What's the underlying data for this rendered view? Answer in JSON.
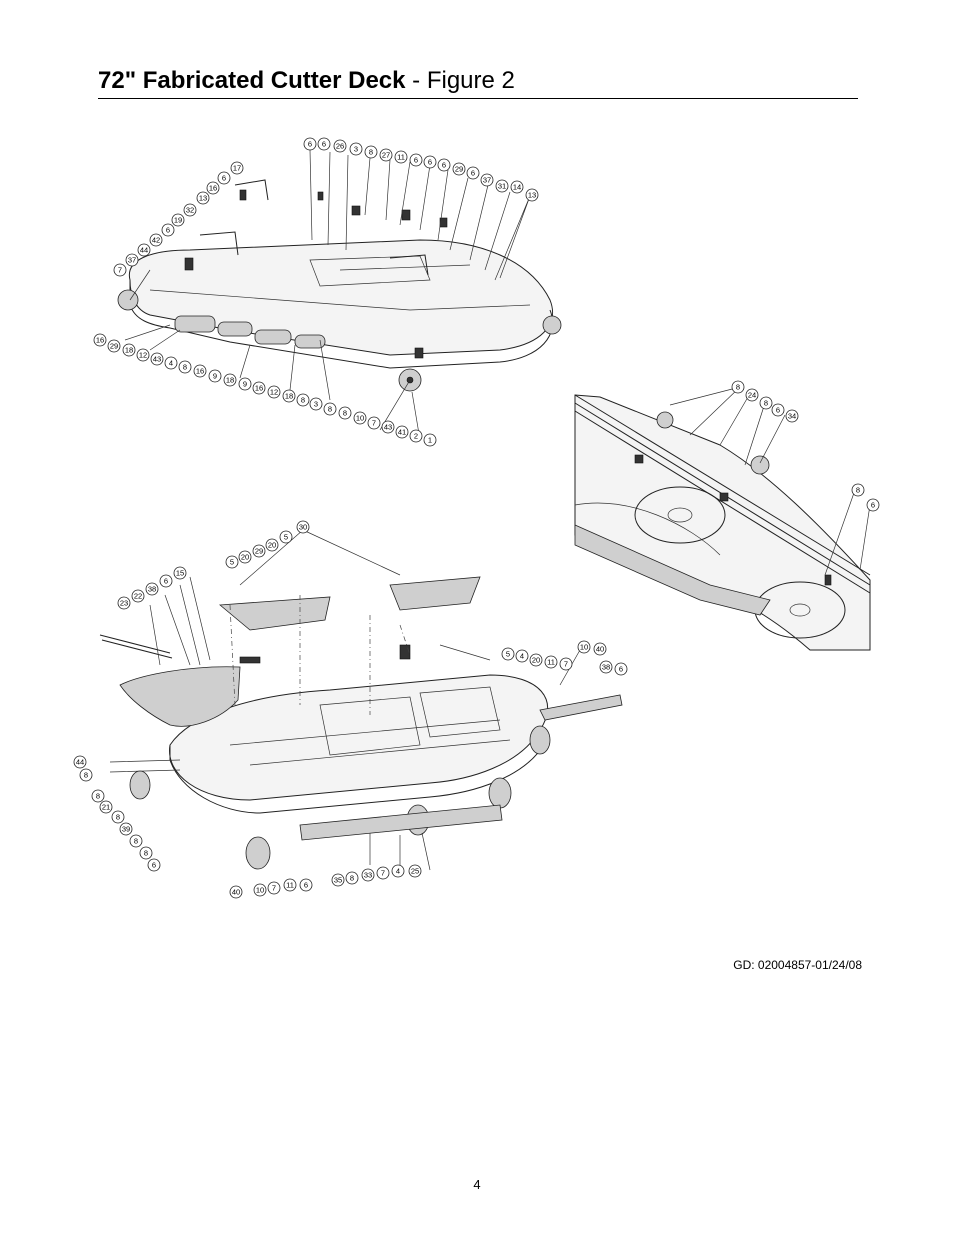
{
  "header": {
    "title_bold": "72\" Fabricated Cutter Deck",
    "title_rest": " - Figure 2"
  },
  "figures": [
    {
      "id": "top-view",
      "callouts": [
        "6",
        "6",
        "26",
        "3",
        "8",
        "27",
        "11",
        "6",
        "6",
        "6",
        "29",
        "6",
        "37",
        "31",
        "14",
        "13",
        "17",
        "6",
        "16",
        "13",
        "32",
        "19",
        "6",
        "42",
        "44",
        "37",
        "7",
        "16",
        "29",
        "18",
        "12",
        "43",
        "4",
        "8",
        "16",
        "9",
        "18",
        "9",
        "16",
        "12",
        "18",
        "8",
        "3",
        "8",
        "8",
        "10",
        "7",
        "43",
        "41",
        "2",
        "1"
      ]
    },
    {
      "id": "detail-view",
      "callouts": [
        "8",
        "24",
        "8",
        "6",
        "34",
        "8",
        "6"
      ]
    },
    {
      "id": "bottom-view",
      "callouts": [
        "30",
        "5",
        "20",
        "29",
        "20",
        "5",
        "15",
        "6",
        "38",
        "22",
        "23",
        "5",
        "4",
        "20",
        "11",
        "7",
        "10",
        "40",
        "38",
        "6",
        "44",
        "8",
        "8",
        "21",
        "8",
        "39",
        "8",
        "8",
        "6",
        "40",
        "10",
        "7",
        "11",
        "6",
        "35",
        "8",
        "33",
        "7",
        "4",
        "25"
      ]
    }
  ],
  "footer": {
    "drawing_code": "GD: 02004857-01/24/08",
    "page_number": "4"
  }
}
